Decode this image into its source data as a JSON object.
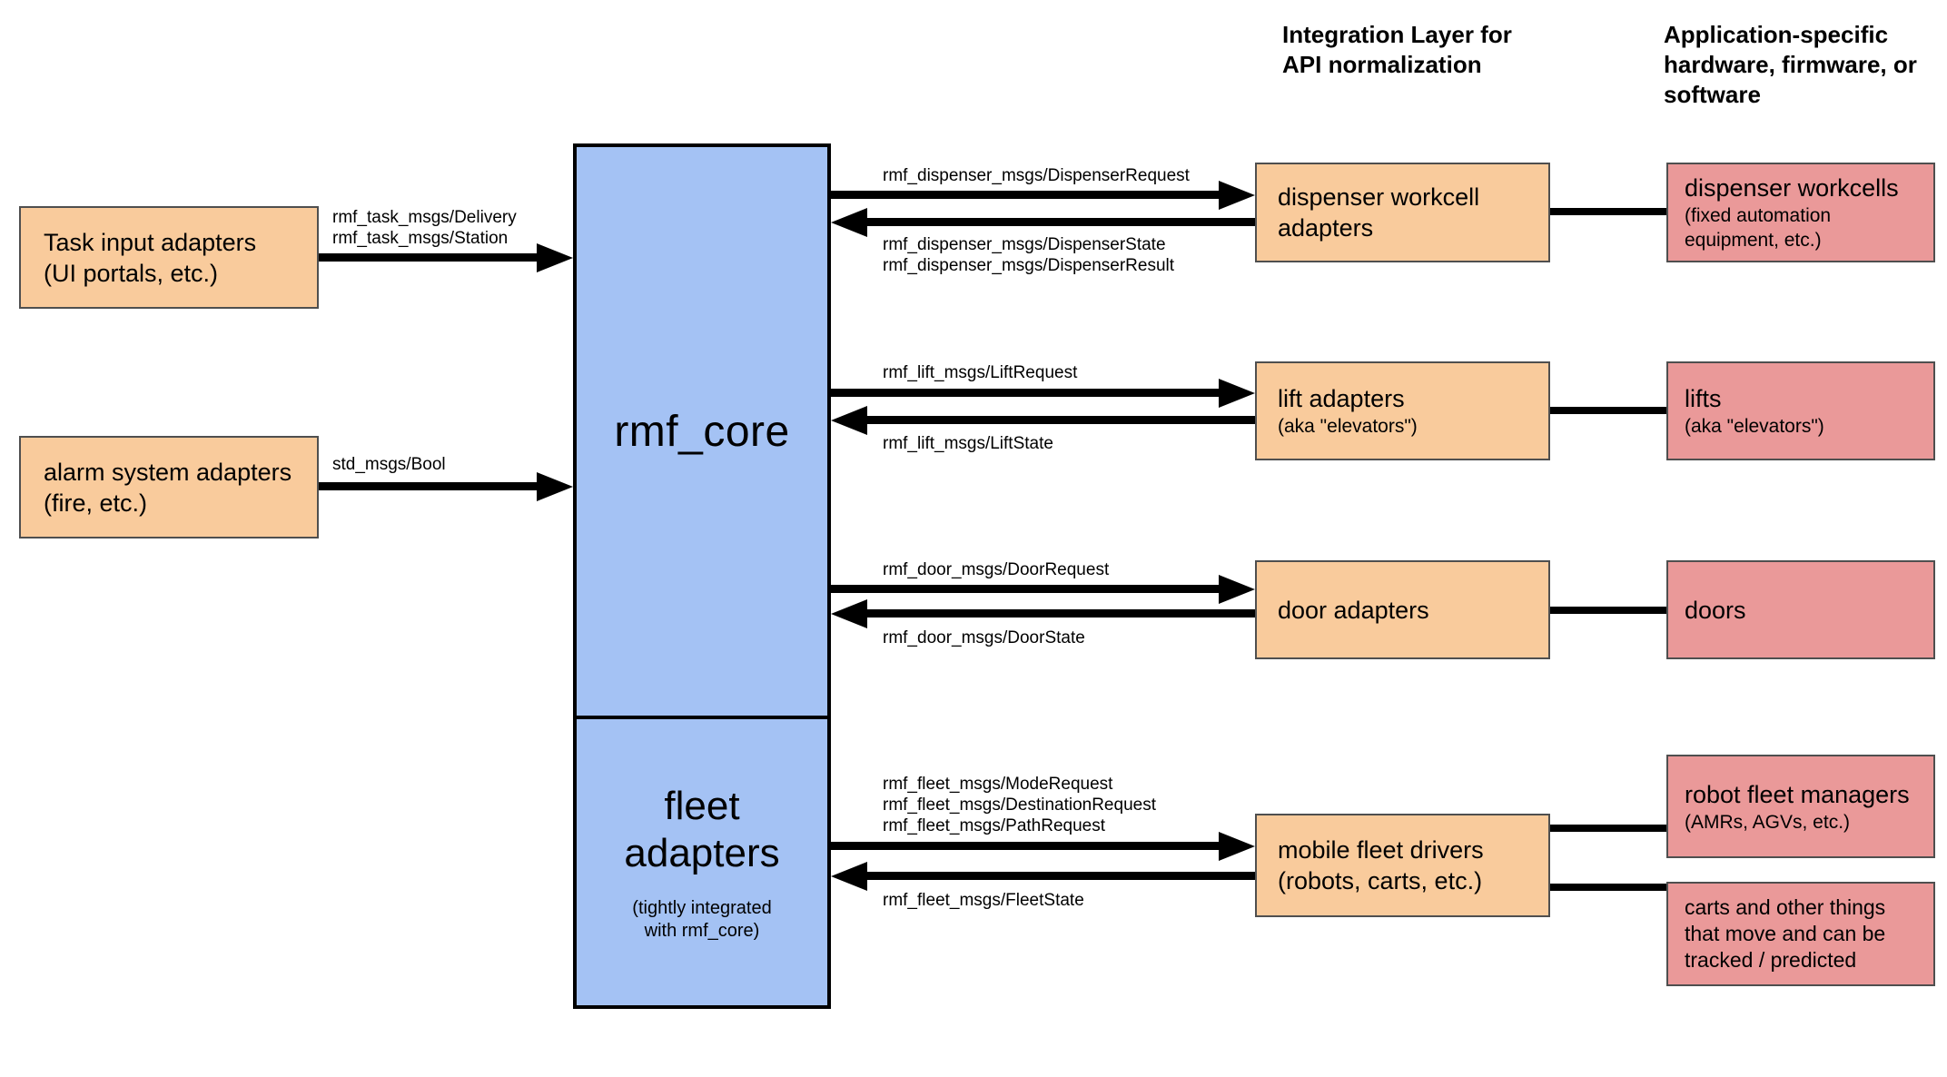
{
  "colors": {
    "adapter_box": "#f9cb9c",
    "hardware_box": "#ea9999",
    "core_box": "#a4c2f4",
    "box_border": "#4f4f4f",
    "arrow": "#000000",
    "text": "#000000",
    "background": "#ffffff"
  },
  "headers": {
    "integration_layer": "Integration Layer for\nAPI normalization",
    "application_specific": "Application-specific\nhardware, firmware, or\nsoftware"
  },
  "core": {
    "title": "rmf_core",
    "fleet_title": "fleet\nadapters",
    "fleet_note": "(tightly integrated\nwith rmf_core)"
  },
  "input_adapters": {
    "task": {
      "label": "Task input adapters",
      "sub": "(UI portals, etc.)"
    },
    "alarm": {
      "label": "alarm system adapters",
      "sub": "(fire, etc.)"
    }
  },
  "integration_adapters": {
    "dispenser": {
      "label": "dispenser workcell adapters"
    },
    "lift": {
      "label": "lift adapters",
      "sub": "(aka \"elevators\")"
    },
    "door": {
      "label": "door adapters"
    },
    "fleet": {
      "label": "mobile fleet drivers",
      "sub": "(robots, carts, etc.)"
    }
  },
  "hardware": {
    "dispenser": {
      "label": "dispenser workcells",
      "sub": "(fixed automation\nequipment, etc.)"
    },
    "lift": {
      "label": "lifts",
      "sub": "(aka \"elevators\")"
    },
    "door": {
      "label": "doors"
    },
    "fleet_managers": {
      "label": "robot fleet managers",
      "sub": "(AMRs, AGVs, etc.)"
    },
    "carts": {
      "label": "carts and other things\nthat move and can be\ntracked / predicted"
    }
  },
  "topics": {
    "task_to_core": "rmf_task_msgs/Delivery\nrmf_task_msgs/Station",
    "alarm_to_core": "std_msgs/Bool",
    "core_to_dispenser": "rmf_dispenser_msgs/DispenserRequest",
    "dispenser_to_core": "rmf_dispenser_msgs/DispenserState\nrmf_dispenser_msgs/DispenserResult",
    "core_to_lift": "rmf_lift_msgs/LiftRequest",
    "lift_to_core": "rmf_lift_msgs/LiftState",
    "core_to_door": "rmf_door_msgs/DoorRequest",
    "door_to_core": "rmf_door_msgs/DoorState",
    "core_to_fleet": "rmf_fleet_msgs/ModeRequest\nrmf_fleet_msgs/DestinationRequest\nrmf_fleet_msgs/PathRequest",
    "fleet_to_core": "rmf_fleet_msgs/FleetState"
  }
}
